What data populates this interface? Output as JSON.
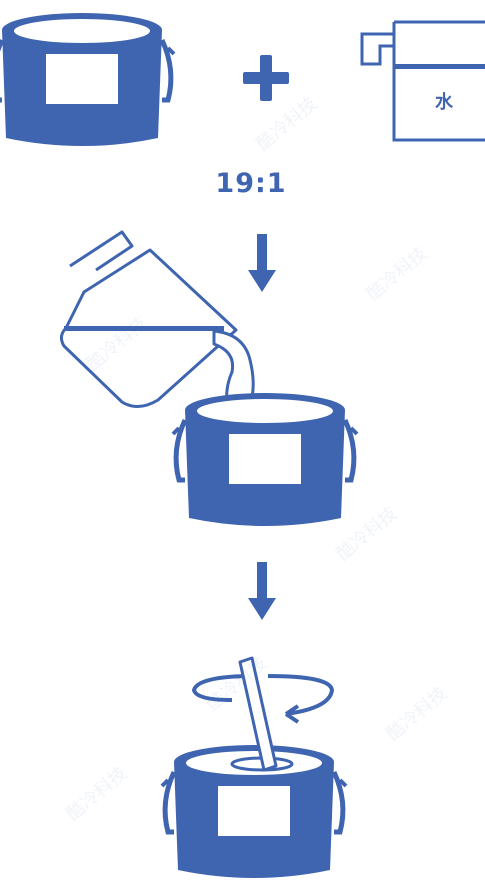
{
  "colors": {
    "primary": "#3f65b0",
    "background": "#ffffff"
  },
  "steps": {
    "ratio_label": "19:1",
    "water_jug_label": "水"
  },
  "watermark": {
    "text": "酷冷科技"
  },
  "icons": [
    "paint-bucket-icon",
    "plus-icon",
    "water-jug-icon",
    "down-arrow-icon",
    "pouring-jug-icon",
    "stir-stick-icon",
    "rotate-arrows-icon"
  ]
}
